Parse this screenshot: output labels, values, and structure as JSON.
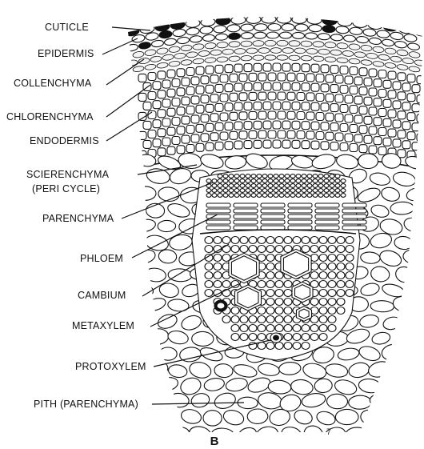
{
  "labels": {
    "cuticle": "CUTICLE",
    "epidermis": "EPIDERMIS",
    "collenchyma": "COLLENCHYMA",
    "chlorenchyma": "CHLORENCHYMA",
    "endodermis": "ENDODERMIS",
    "sclerenchyma_1": "SCIERENCHYMA",
    "sclerenchyma_2": "(PERI CYCLE)",
    "parenchyma": "PARENCHYMA",
    "phloem": "PHLOEM",
    "cambium": "CAMBIUM",
    "metaxylem": "METAXYLEM",
    "protoxylem": "PROTOXYLEM",
    "pith": "PITH (PARENCHYMA)"
  },
  "figure_letter": "B",
  "figure_number": "7"
}
